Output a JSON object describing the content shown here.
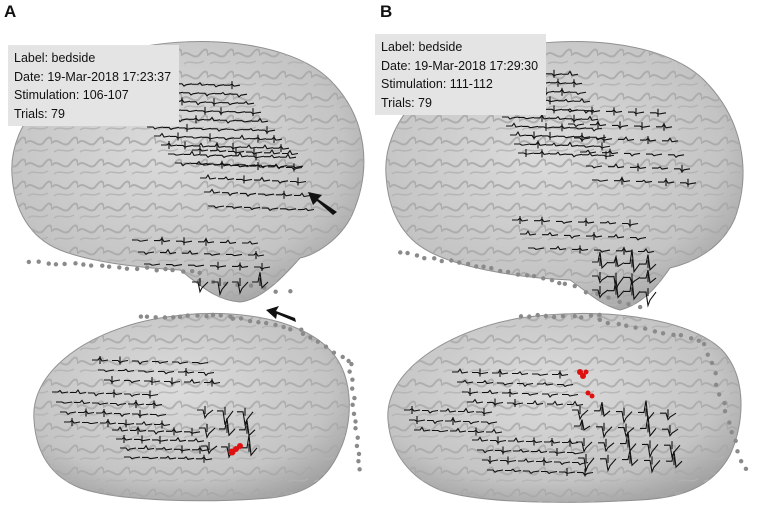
{
  "panels": [
    {
      "letter": "A",
      "info": {
        "label": "Label: bedside",
        "date": "Date: 19-Mar-2018 17:23:37",
        "stimulation": "Stimulation: 106-107",
        "trials": "Trials: 79"
      }
    },
    {
      "letter": "B",
      "info": {
        "label": "Label: bedside",
        "date": "Date: 19-Mar-2018 17:29:30",
        "stimulation": "Stimulation: 111-112",
        "trials": "Trials: 79"
      }
    }
  ],
  "colors": {
    "brain_fill": "#c9c9c9",
    "brain_shadow": "#8d8d8d",
    "trace": "#111111",
    "stim_marker": "#e01010",
    "electrode_dot": "#8a8a8a",
    "arrow": "#111111"
  }
}
